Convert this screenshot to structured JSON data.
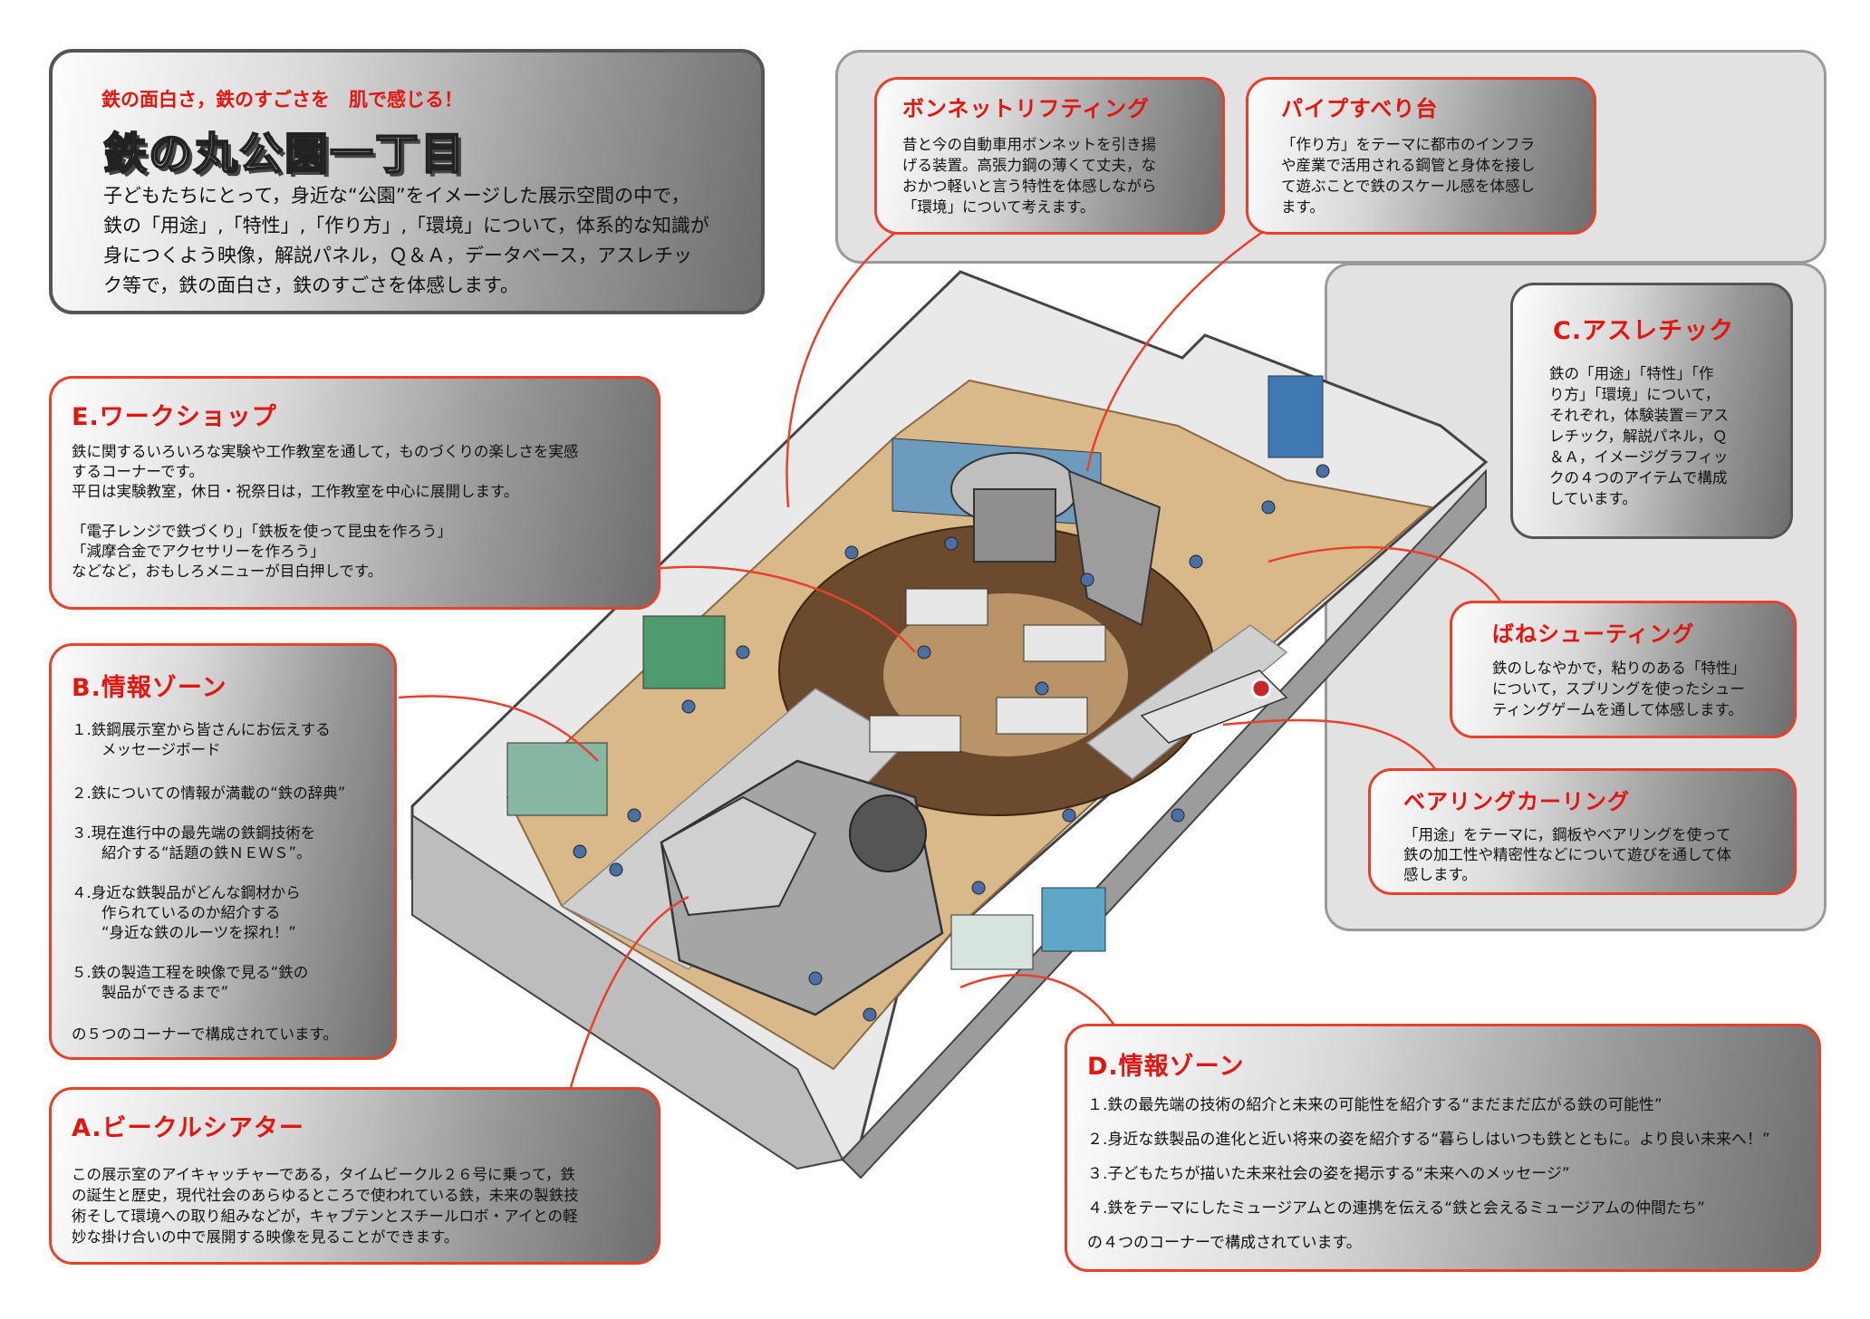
{
  "header": {
    "tagline": "鉄の面白さ，鉄のすごさを　肌で感じる！",
    "title": "鉄の丸公園一丁目",
    "body": "子どもたちにとって，身近な“公園”をイメージした展示空間の中で，\n鉄の「用途」,「特性」,「作り方」,「環境」について，体系的な知識が\n身につくよう映像，解説パネル，Ｑ＆Ａ，データベース，アスレチッ\nク等で，鉄の面白さ，鉄のすごさを体感します。"
  },
  "panels": {
    "bonnet": {
      "title": "ボンネットリフティング",
      "body": "昔と今の自動車用ボンネットを引き揚\nげる装置。高張力鋼の薄くて丈夫，な\nおかつ軽いと言う特性を体感しながら\n「環境」について考えます。"
    },
    "pipe": {
      "title": "パイプすべり台",
      "body": "「作り方」をテーマに都市のインフラ\nや産業で活用される鋼管と身体を接し\nて遊ぶことで鉄のスケール感を体感し\nます。"
    },
    "athletic": {
      "title": "C.アスレチック",
      "body": "鉄の「用途」「特性」「作\nり方」「環境」について，\nそれぞれ，体験装置＝アス\nレチック，解説パネル，Ｑ\n＆Ａ，イメージグラフィッ\nクの４つのアイテムで構成\nしています。"
    },
    "workshop": {
      "title": "E.ワークショップ",
      "body": "鉄に関するいろいろな実験や工作教室を通して，ものづくりの楽しさを実感\nするコーナーです。\n平日は実験教室，休日・祝祭日は，工作教室を中心に展開します。\n\n「電子レンジで鉄づくり」「鉄板を使って昆虫を作ろう」\n「減摩合金でアクセサリーを作ろう」\nなどなど，おもしろメニューが目白押しです。"
    },
    "info_b": {
      "title": "B.情報ゾーン",
      "items": [
        "１.鉄鋼展示室から皆さんにお伝えする\n　　メッセージボード",
        "２.鉄についての情報が満載の“鉄の辞典”",
        "３.現在進行中の最先端の鉄鋼技術を\n　　紹介する“話題の鉄ＮＥＷＳ”。",
        "４.身近な鉄製品がどんな鋼材から\n　　作られているのか紹介する\n　　“身近な鉄のルーツを探れ！”",
        "５.鉄の製造工程を映像で見る“鉄の\n　　製品ができるまで”"
      ],
      "footer": "の５つのコーナーで構成されています。"
    },
    "vehicle": {
      "title": "A.ビークルシアター",
      "body": "この展示室のアイキャッチャーである，タイムビークル２６号に乗って，鉄\nの誕生と歴史，現代社会のあらゆるところで使われている鉄，未来の製鉄技\n術そして環境への取り組みなどが，キャプテンとスチールロボ・アイとの軽\n妙な掛け合いの中で展開する映像を見ることができます。"
    },
    "spring": {
      "title": "ばねシューティング",
      "body": "鉄のしなやかで，粘りのある「特性」\nについて，スプリングを使ったシュー\nティングゲームを通して体感します。"
    },
    "bearing": {
      "title": "ベアリングカーリング",
      "body": "「用途」をテーマに，鋼板やベアリングを使って\n鉄の加工性や精密性などについて遊びを通して体\n感します。"
    },
    "info_d": {
      "title": "D.情報ゾーン",
      "items": [
        "１.鉄の最先端の技術の紹介と未来の可能性を紹介する“まだまだ広がる鉄の可能性”",
        "２.身近な鉄製品の進化と近い将来の姿を紹介する“暮らしはいつも鉄とともに。より良い未来へ！”",
        "３.子どもたちが描いた未来社会の姿を掲示する“未来へのメッセージ”",
        "４.鉄をテーマにしたミュージアムとの連携を伝える“鉄と会えるミュージアムの仲間たち”"
      ],
      "footer": "の４つのコーナーで構成されています。"
    }
  },
  "colors": {
    "accent_red": "#e3150f",
    "panel_border_red": "#e8402a",
    "floor_tan": "#d9b88a",
    "floor_brown": "#6b4a2e"
  }
}
